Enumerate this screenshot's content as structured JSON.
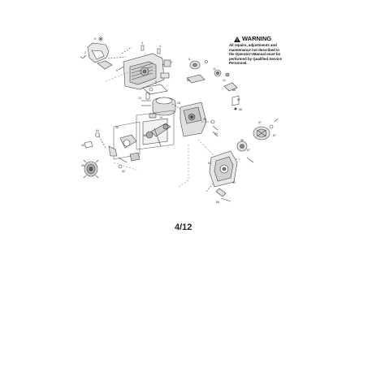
{
  "warning": {
    "title": "WARNING",
    "text": "All repairs, adjustments and\nmaintenance not described in\nthe Operator'sManual must be\nperformed by Qualified Service\nPersonnel."
  },
  "page_number": "4/12",
  "part_numbers": [
    "9",
    "2",
    "3",
    "4",
    "5",
    "6",
    "11",
    "12",
    "13",
    "19",
    "26",
    "30",
    "33",
    "36",
    "38",
    "44",
    "45",
    "49",
    "52",
    "56",
    "57",
    "62",
    "63",
    "66",
    "67",
    "67",
    "86",
    "87",
    "88",
    "89"
  ]
}
